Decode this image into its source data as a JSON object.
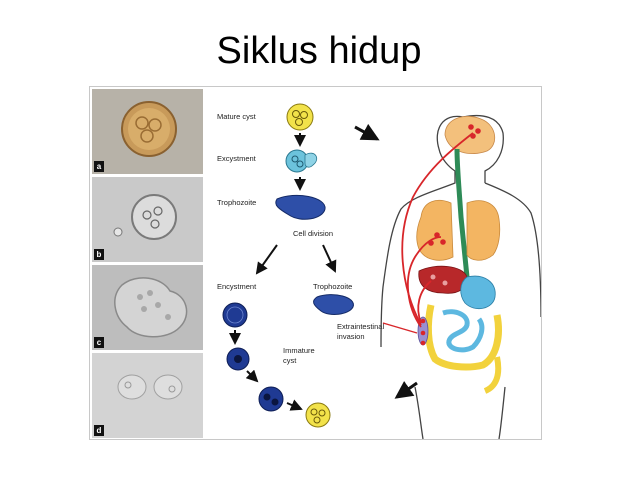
{
  "title": "Siklus hidup",
  "photos": [
    {
      "tag": "a",
      "icon": "amber-cyst-micrograph"
    },
    {
      "tag": "b",
      "icon": "trophozoite-cyst-micrograph"
    },
    {
      "tag": "c",
      "icon": "amoeboid-trophozoite-micrograph"
    },
    {
      "tag": "d",
      "icon": "faint-cell-pair-micrograph"
    }
  ],
  "stages": {
    "mature_cyst": "Mature cyst",
    "excystment": "Excystment",
    "trophozoite_top": "Trophozoite",
    "cell_division": "Cell division",
    "encystment": "Encystment",
    "trophozoite_right": "Trophozoite",
    "immature_cyst_1": "Immature",
    "immature_cyst_2": "cyst",
    "extraintestinal_1": "Extraintestinal",
    "extraintestinal_2": "invasion"
  },
  "colors": {
    "cyst_yellow": "#f2e24a",
    "excyst_cyan": "#6cc3dc",
    "troph_blue": "#2e4fa8",
    "cyst_blue": "#1f3a93",
    "brain": "#f3c07c",
    "lungs": "#f3b562",
    "liver": "#b8282a",
    "stomach": "#5db8e0",
    "intestine": "#f2d23c",
    "esophagus": "#2e8b57",
    "invasion_red": "#d8262a"
  }
}
